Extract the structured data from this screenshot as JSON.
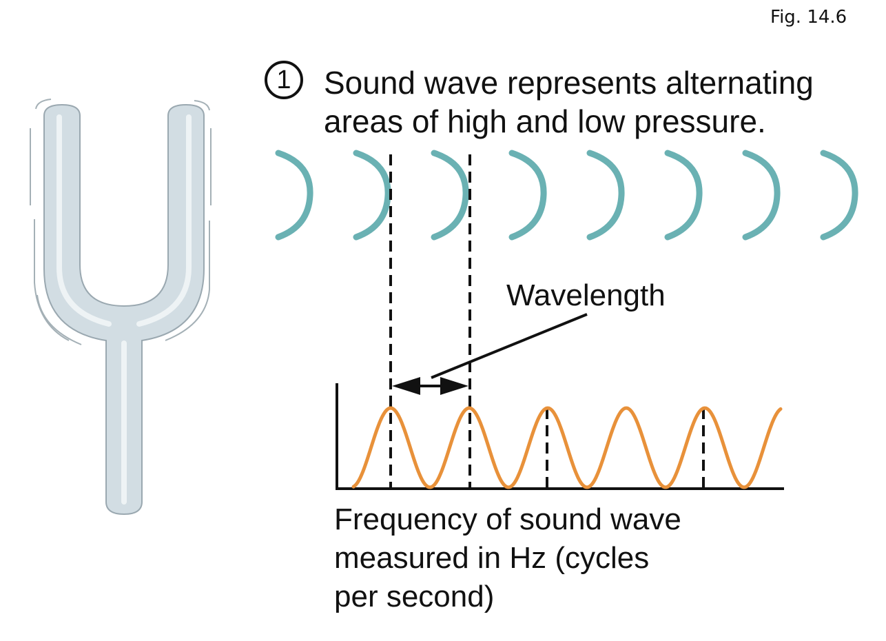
{
  "figure_label": "Fig. 14.6",
  "step_number": "1",
  "title": "Sound wave represents alternating areas of high and low pressure.",
  "wavelength_label": "Wavelength",
  "frequency_label_lines": [
    "Frequency of sound wave",
    "measured in Hz (cycles",
    "per second)"
  ],
  "colors": {
    "pressure_arc": "#6ab1b3",
    "sine_wave": "#e8913a",
    "fork_fill": "#d2dde3",
    "fork_outline": "#9aa8b0",
    "ink": "#111111"
  },
  "icons": [
    "tuning-fork-icon",
    "double-arrow-icon"
  ]
}
